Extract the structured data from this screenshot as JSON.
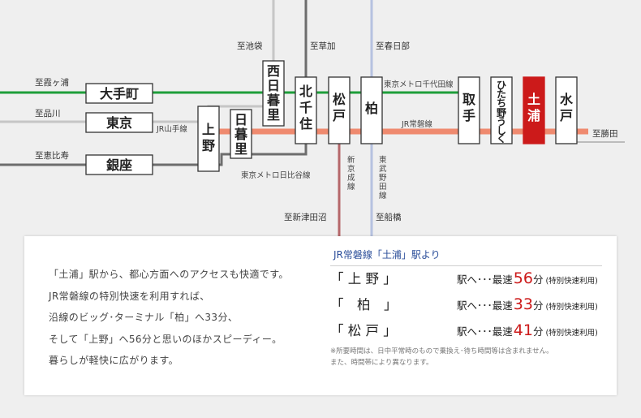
{
  "map": {
    "stations": {
      "otemachi": "大手町",
      "tokyo": "東京",
      "ginza": "銀座",
      "ueno": [
        "上",
        "野"
      ],
      "nippori": [
        "日",
        "暮",
        "里"
      ],
      "nishinippori": [
        "西",
        "日",
        "暮",
        "里"
      ],
      "kitasenju": [
        "北",
        "千",
        "住"
      ],
      "matsudo": [
        "松",
        "戸"
      ],
      "kashiwa": [
        "柏"
      ],
      "toride": [
        "取",
        "手"
      ],
      "hitachinoushiku": [
        "ひ",
        "た",
        "ち",
        "野",
        "う",
        "し",
        "く"
      ],
      "tsuchiura": [
        "土",
        "浦"
      ],
      "mito": [
        "水",
        "戸"
      ]
    },
    "directions": {
      "kasumigaura": "至霞ヶ浦",
      "shinagawa": "至品川",
      "ebisu": "至恵比寿",
      "ikebukuro": "至池袋",
      "soka": "至草加",
      "kasukabe": "至春日部",
      "katsuta": "至勝田",
      "shintsudanuma": "至新津田沼",
      "funabashi": "至船橋"
    },
    "lines": {
      "chiyoda": "東京メトロ千代田線",
      "joban": "JR常磐線",
      "yamanote": "JR山手線",
      "hibiya": "東京メトロ日比谷線",
      "shinkeisei": [
        "新",
        "京",
        "成",
        "線"
      ],
      "tobunoda": [
        "東",
        "武",
        "野",
        "田",
        "線"
      ]
    },
    "colors": {
      "chiyoda": "#1e9e3a",
      "joban": "#ef8a6f",
      "yamanote": "#c6c6c6",
      "hibiya": "#6d6d6d",
      "shinkeisei": "#b5676a",
      "tobunoda": "#b6c2e0",
      "highlight": "#cc1a1a"
    }
  },
  "info": {
    "description": [
      "「土浦」駅から、都心方面へのアクセスも快適です。",
      "JR常磐線の特別快速を利用すれば、",
      "沿線のビッグ･ターミナル「柏」へ33分、",
      "そして「上野」へ56分と思いのほかスピーディー。",
      "暮らしが軽快に広がります。"
    ],
    "times_title": "JR常磐線「土浦」駅より",
    "times": [
      {
        "dest": "「 上 野 」",
        "label": "駅へ･･･最速",
        "minutes": "56",
        "unit": "分",
        "note": "(特別快速利用)"
      },
      {
        "dest": "「　柏　」",
        "label": "駅へ･･･最速",
        "minutes": "33",
        "unit": "分",
        "note": "(特別快速利用)"
      },
      {
        "dest": "「 松 戸 」",
        "label": "駅へ･･･最速",
        "minutes": "41",
        "unit": "分",
        "note": "(特別快速利用)"
      }
    ],
    "footnote": [
      "※所要時間は、日中平常時のもので乗換え･待ち時間等は含まれません。",
      "また、時間帯により異なります。"
    ]
  }
}
